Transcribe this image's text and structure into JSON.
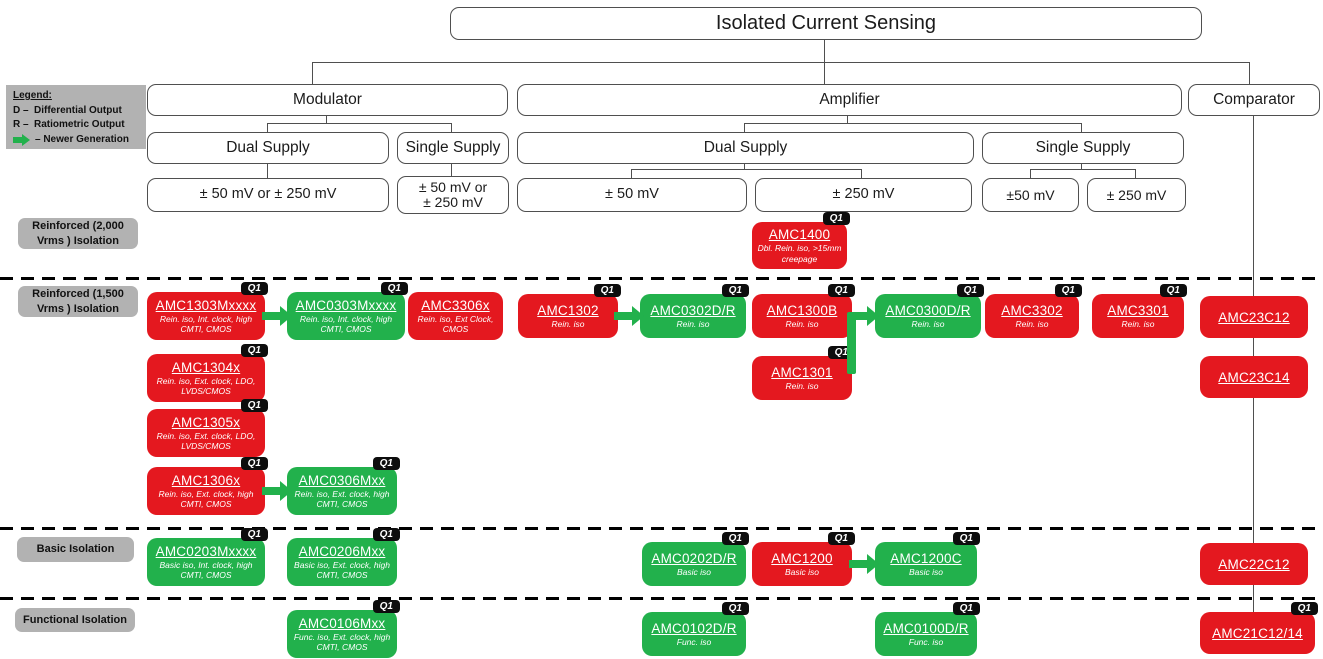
{
  "title": "Isolated Current Sensing",
  "badge_label": "Q1",
  "colors": {
    "red": "#e4181f",
    "green": "#22b14c",
    "label_bg": "#b2b2b2",
    "badge_bg": "#0d0d0d"
  },
  "legend": {
    "heading": "Legend:",
    "d_prefix": "D –",
    "d_label": "Differential Output",
    "r_prefix": "R –",
    "r_label": "Ratiometric Output",
    "arrow_label": "– Newer Generation"
  },
  "tree": {
    "modulator": "Modulator",
    "amplifier": "Amplifier",
    "comparator": "Comparator",
    "mod_dual": "Dual Supply",
    "mod_single": "Single Supply",
    "amp_dual": "Dual Supply",
    "amp_single": "Single Supply",
    "mod_dual_range": "± 50 mV or ± 250 mV",
    "mod_single_range_line1": "± 50 mV or",
    "mod_single_range_line2": "± 250 mV",
    "amp_dual_50": "± 50 mV",
    "amp_dual_250": "± 250 mV",
    "amp_single_50": "±50 mV",
    "amp_single_250": "± 250 mV"
  },
  "row_labels": [
    "Reinforced (2,000 Vrms ) Isolation",
    "Reinforced (1,500 Vrms ) Isolation",
    "Basic Isolation",
    "Functional Isolation"
  ],
  "products": [
    {
      "name": "AMC1400",
      "subtitle": "Dbl. Rein. iso, >15mm creepage",
      "color": "red",
      "q1": true
    },
    {
      "name": "AMC1303Mxxxx",
      "subtitle": "Rein. iso, Int. clock, high CMTI, CMOS",
      "color": "red",
      "q1": true
    },
    {
      "name": "AMC0303Mxxxx",
      "subtitle": "Rein. iso, Int. clock, high CMTI, CMOS",
      "color": "green",
      "q1": true
    },
    {
      "name": "AMC3306x",
      "subtitle": "Rein. iso, Ext Clock, CMOS",
      "color": "red",
      "q1": false
    },
    {
      "name": "AMC1302",
      "subtitle": "Rein. iso",
      "color": "red",
      "q1": true
    },
    {
      "name": "AMC0302D/R",
      "subtitle": "Rein. iso",
      "color": "green",
      "q1": true
    },
    {
      "name": "AMC1300B",
      "subtitle": "Rein. iso",
      "color": "red",
      "q1": true
    },
    {
      "name": "AMC0300D/R",
      "subtitle": "Rein. iso",
      "color": "green",
      "q1": true
    },
    {
      "name": "AMC3302",
      "subtitle": "Rein. iso",
      "color": "red",
      "q1": true
    },
    {
      "name": "AMC3301",
      "subtitle": "Rein. iso",
      "color": "red",
      "q1": true
    },
    {
      "name": "AMC23C12",
      "subtitle": null,
      "color": "red",
      "q1": false
    },
    {
      "name": "AMC1304x",
      "subtitle": "Rein. iso, Ext. clock, LDO, LVDS/CMOS",
      "color": "red",
      "q1": true
    },
    {
      "name": "AMC1301",
      "subtitle": "Rein. iso",
      "color": "red",
      "q1": true
    },
    {
      "name": "AMC23C14",
      "subtitle": null,
      "color": "red",
      "q1": false
    },
    {
      "name": "AMC1305x",
      "subtitle": "Rein. iso, Ext. clock, LDO, LVDS/CMOS",
      "color": "red",
      "q1": true
    },
    {
      "name": "AMC1306x",
      "subtitle": "Rein. iso, Ext. clock, high CMTI, CMOS",
      "color": "red",
      "q1": true
    },
    {
      "name": "AMC0306Mxx",
      "subtitle": "Rein. iso, Ext. clock, high CMTI, CMOS",
      "color": "green",
      "q1": true
    },
    {
      "name": "AMC0203Mxxxx",
      "subtitle": "Basic iso, Int. clock, high CMTI, CMOS",
      "color": "green",
      "q1": true
    },
    {
      "name": "AMC0206Mxx",
      "subtitle": "Basic iso, Ext. clock, high CMTI, CMOS",
      "color": "green",
      "q1": true
    },
    {
      "name": "AMC0202D/R",
      "subtitle": "Basic iso",
      "color": "green",
      "q1": true
    },
    {
      "name": "AMC1200",
      "subtitle": "Basic iso",
      "color": "red",
      "q1": true
    },
    {
      "name": "AMC1200C",
      "subtitle": "Basic iso",
      "color": "green",
      "q1": true
    },
    {
      "name": "AMC22C12",
      "subtitle": null,
      "color": "red",
      "q1": false
    },
    {
      "name": "AMC0106Mxx",
      "subtitle": "Func. iso, Ext. clock, high CMTI, CMOS",
      "color": "green",
      "q1": true
    },
    {
      "name": "AMC0102D/R",
      "subtitle": "Func. iso",
      "color": "green",
      "q1": true
    },
    {
      "name": "AMC0100D/R",
      "subtitle": "Func. iso",
      "color": "green",
      "q1": true
    },
    {
      "name": "AMC21C12/14",
      "subtitle": null,
      "color": "red",
      "q1": true
    }
  ]
}
